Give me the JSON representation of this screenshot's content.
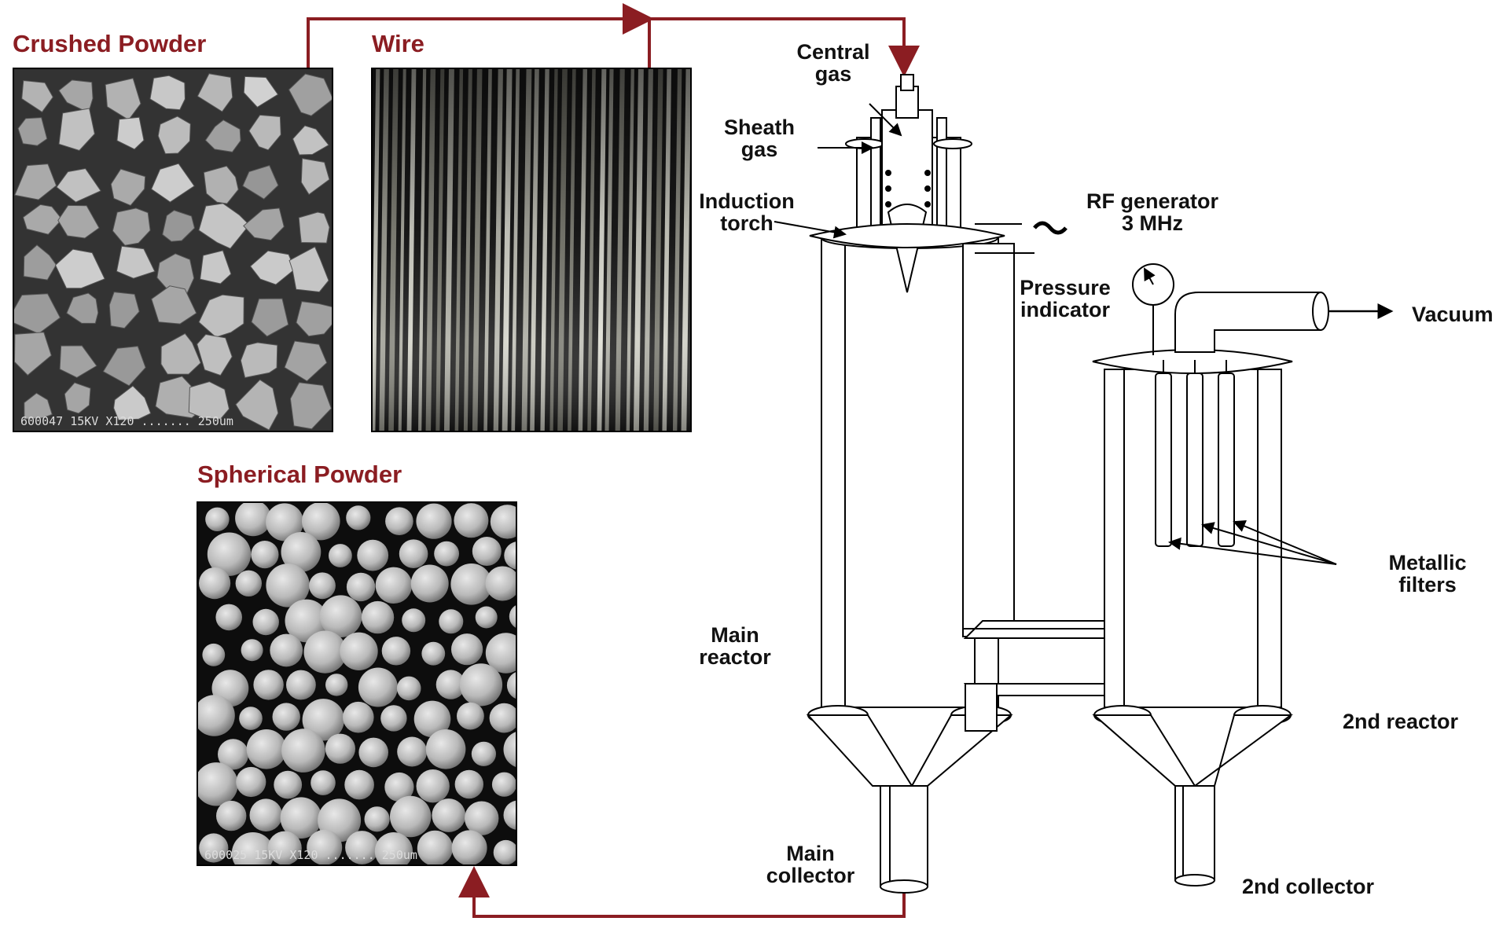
{
  "colors": {
    "flow_arrow": "#8b1d22",
    "heading": "#8b1d22",
    "label": "#111111",
    "line": "#000000"
  },
  "headings": {
    "crushed": "Crushed Powder",
    "wire": "Wire",
    "spherical": "Spherical Powder"
  },
  "micrographs": {
    "crushed_caption": "600047 15KV   X120   .......  250um",
    "spherical_caption": "600025 15KV   X120   .......  250um"
  },
  "labels": {
    "central_gas_1": "Central",
    "central_gas_2": "gas",
    "sheath_gas_1": "Sheath",
    "sheath_gas_2": "gas",
    "induction_torch_1": "Induction",
    "induction_torch_2": "torch",
    "rf_generator_1": "RF generator",
    "rf_generator_2": "3 MHz",
    "pressure_indicator_1": "Pressure",
    "pressure_indicator_2": "indicator",
    "vacuum": "Vacuum",
    "metallic_filters_1": "Metallic",
    "metallic_filters_2": "filters",
    "main_reactor_1": "Main",
    "main_reactor_2": "reactor",
    "second_reactor": "2nd reactor",
    "main_collector_1": "Main",
    "main_collector_2": "collector",
    "second_collector": "2nd collector"
  },
  "icons": {
    "flow_arrow": "flow-arrow-icon",
    "vacuum_arrow": "arrow-right-icon",
    "pressure_gauge": "pressure-gauge-icon",
    "rf_symbol": "tilde-icon"
  }
}
